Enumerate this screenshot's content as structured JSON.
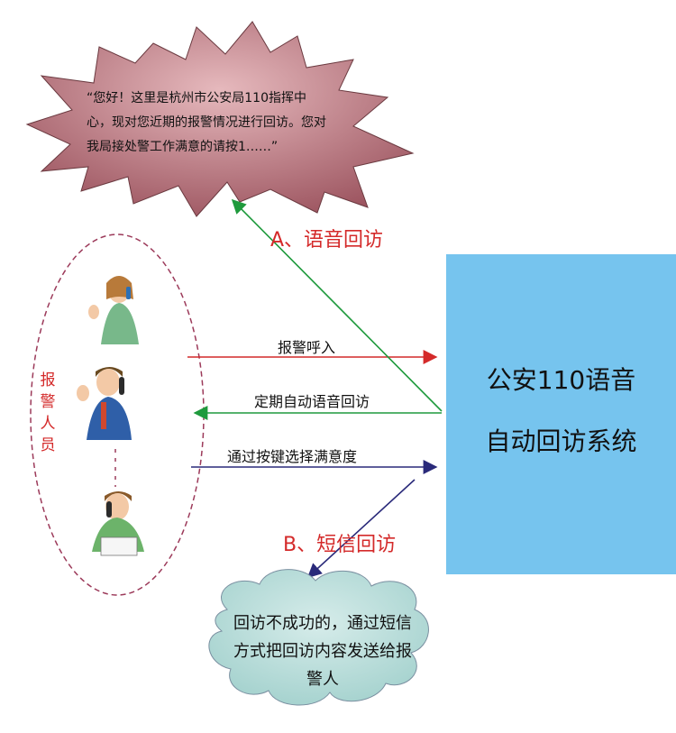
{
  "speech_bubble": {
    "text": "“您好！这里是杭州市公安局110指挥中心，现对您近期的报警情况进行回访。您对我局接处警工作满意的请按1……”",
    "fill": "#b56f78"
  },
  "system_box": {
    "line1": "公安110语音",
    "line2": "自动回访系统",
    "fill": "#76c4ee"
  },
  "callers_group": {
    "label": "报警人员",
    "ellipsis": "…"
  },
  "labels": {
    "voice_followup": "A、语音回访",
    "sms_followup": "B、短信回访"
  },
  "arrows": {
    "report_call": {
      "label": "报警呼入",
      "color": "#d42a2a"
    },
    "periodic_voice": {
      "label": "定期自动语音回访",
      "color": "#1f9a3d"
    },
    "key_select": {
      "label": "通过按键选择满意度",
      "color": "#2a2a7a"
    }
  },
  "cloud": {
    "text": "回访不成功的，通过短信方式把回访内容发送给报警人",
    "fill": "#b7dbd9"
  },
  "icons": [
    "woman-phone-icon",
    "man-phone-icon",
    "man-desk-phone-icon"
  ]
}
